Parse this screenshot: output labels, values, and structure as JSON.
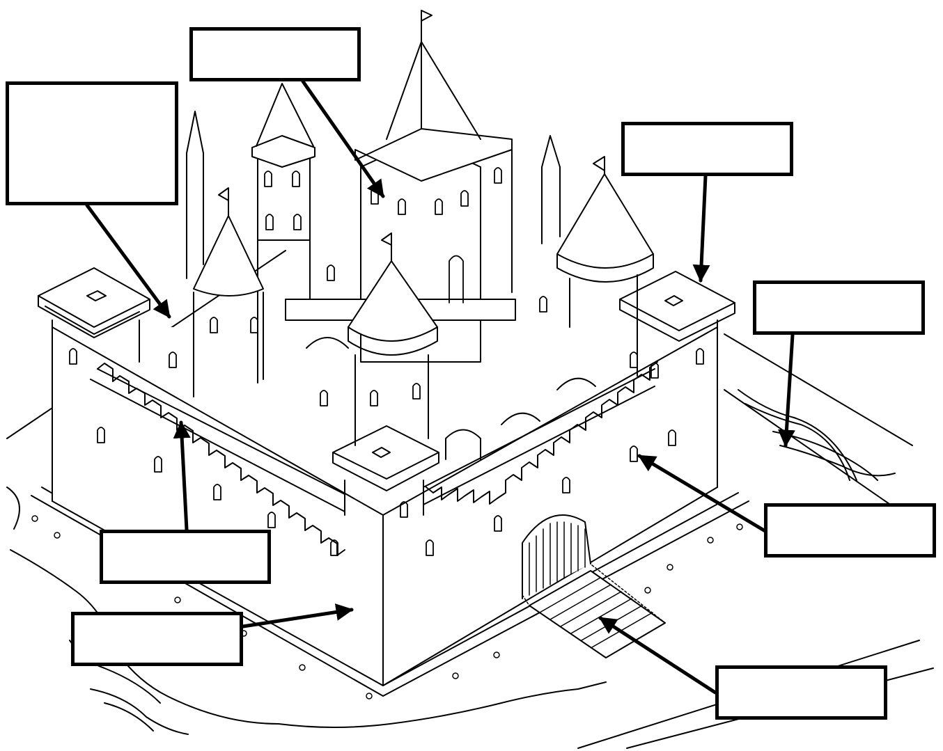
{
  "figure": {
    "subject": "castle",
    "ink_color": "#000000",
    "background_color": "#ffffff"
  },
  "labels": [
    {
      "id": "tall-window-keep",
      "text": ""
    },
    {
      "id": "back-wall-window",
      "text": ""
    },
    {
      "id": "corner-tower-top",
      "text": ""
    },
    {
      "id": "moat-water",
      "text": ""
    },
    {
      "id": "arrow-slit",
      "text": ""
    },
    {
      "id": "battlements",
      "text": ""
    },
    {
      "id": "curtain-wall",
      "text": ""
    },
    {
      "id": "drawbridge",
      "text": ""
    }
  ]
}
